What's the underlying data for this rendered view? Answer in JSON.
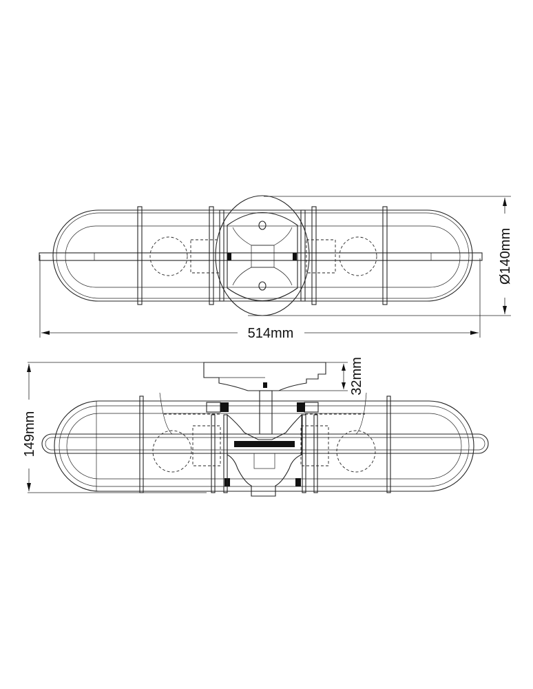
{
  "diagram": {
    "top_view": {
      "width_label": "514mm",
      "diameter_label": "Ø140mm"
    },
    "side_view": {
      "height_label": "149mm",
      "canopy_label": "32mm"
    },
    "colors": {
      "line": "#222222",
      "background": "#ffffff"
    }
  }
}
